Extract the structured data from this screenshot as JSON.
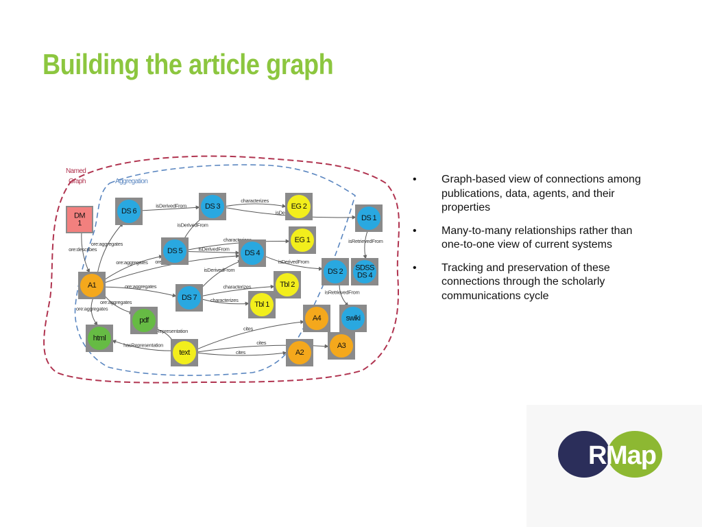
{
  "title": "Building the article graph",
  "colors": {
    "title": "#8cc63f",
    "named_graph_border": "#b0334f",
    "aggregation_border": "#5a86c0",
    "node_blue": "#29a8e0",
    "node_yellow": "#f2ee1c",
    "node_orange": "#f4a81c",
    "node_green": "#66bb44",
    "node_red": "#f2807e",
    "logo_dark": "#2b2e5a",
    "logo_green": "#8db832"
  },
  "diagram": {
    "named_graph_label": [
      "Named",
      "Graph"
    ],
    "aggregation_label": "Aggregation",
    "nodes": [
      {
        "id": "ng1",
        "label": [
          "DM",
          "1"
        ],
        "shape": "square",
        "color": "red"
      },
      {
        "id": "d6",
        "label": [
          "DS 6"
        ],
        "shape": "circle",
        "color": "blue"
      },
      {
        "id": "d3",
        "label": [
          "DS 3"
        ],
        "shape": "circle",
        "color": "blue"
      },
      {
        "id": "d5",
        "label": [
          "DS 5"
        ],
        "shape": "circle",
        "color": "blue"
      },
      {
        "id": "d4",
        "label": [
          "DS 4"
        ],
        "shape": "circle",
        "color": "blue"
      },
      {
        "id": "d7",
        "label": [
          "DS 7"
        ],
        "shape": "circle",
        "color": "blue"
      },
      {
        "id": "d1",
        "label": [
          "DS 1"
        ],
        "shape": "circle",
        "color": "blue"
      },
      {
        "id": "d2",
        "label": [
          "DS 2"
        ],
        "shape": "circle",
        "color": "blue"
      },
      {
        "id": "sds4",
        "label": [
          "SDSS",
          "DS 4"
        ],
        "shape": "circle",
        "color": "blue"
      },
      {
        "id": "sw",
        "label": [
          "swiki"
        ],
        "shape": "circle",
        "color": "blue"
      },
      {
        "id": "eg2",
        "label": [
          "EG 2"
        ],
        "shape": "circle",
        "color": "yellow"
      },
      {
        "id": "eg1",
        "label": [
          "EG 1"
        ],
        "shape": "circle",
        "color": "yellow"
      },
      {
        "id": "tbl2",
        "label": [
          "Tbl 2"
        ],
        "shape": "circle",
        "color": "yellow"
      },
      {
        "id": "tbl1",
        "label": [
          "Tbl 1"
        ],
        "shape": "circle",
        "color": "yellow"
      },
      {
        "id": "a1",
        "label": [
          "A1"
        ],
        "shape": "circle",
        "color": "orange"
      },
      {
        "id": "a4",
        "label": [
          "A4"
        ],
        "shape": "circle",
        "color": "orange"
      },
      {
        "id": "a3",
        "label": [
          "A3"
        ],
        "shape": "circle",
        "color": "orange"
      },
      {
        "id": "a2",
        "label": [
          "A2"
        ],
        "shape": "circle",
        "color": "orange"
      },
      {
        "id": "text",
        "label": [
          "text"
        ],
        "shape": "circle",
        "color": "yellow"
      },
      {
        "id": "pdf",
        "label": [
          "pdf"
        ],
        "shape": "circle",
        "color": "green"
      },
      {
        "id": "html",
        "label": [
          "html"
        ],
        "shape": "circle",
        "color": "green"
      }
    ],
    "edges": [
      {
        "from": "d6",
        "to": "d3",
        "label": "isDerivedFrom"
      },
      {
        "from": "d3",
        "to": "eg2",
        "label": "characterizes"
      },
      {
        "from": "d3",
        "to": "d1",
        "label": "isDerivedFrom"
      },
      {
        "from": "d5",
        "to": "d3",
        "label": "isDerivedFrom"
      },
      {
        "from": "d5",
        "to": "eg1",
        "label": "characterizes"
      },
      {
        "from": "d5",
        "to": "d4",
        "label": "isDerivedFrom"
      },
      {
        "from": "d4",
        "to": "d2",
        "label": "isDerivedFrom"
      },
      {
        "from": "d7",
        "to": "d4",
        "label": "isDerivedFrom"
      },
      {
        "from": "d7",
        "to": "tbl2",
        "label": "characterizes"
      },
      {
        "from": "d7",
        "to": "tbl1",
        "label": "characterizes"
      },
      {
        "from": "d1",
        "to": "sds4",
        "label": "isRetrievedFrom"
      },
      {
        "from": "d2",
        "to": "sw",
        "label": "isRetrievedFrom"
      },
      {
        "from": "a1",
        "to": "d6",
        "label": "ore:aggregates"
      },
      {
        "from": "a1",
        "to": "d5",
        "label": "ore:aggregates"
      },
      {
        "from": "a1",
        "to": "d4",
        "label": "ore:aggregates"
      },
      {
        "from": "a1",
        "to": "d7",
        "label": "ore:aggregates"
      },
      {
        "from": "a1",
        "to": "pdf",
        "label": "ore:aggregates"
      },
      {
        "from": "a1",
        "to": "html",
        "label": "ore:aggregates"
      },
      {
        "from": "ng1",
        "to": "a1",
        "label": "ore:describes"
      },
      {
        "from": "text",
        "to": "pdf",
        "label": "hasRepresentation"
      },
      {
        "from": "text",
        "to": "html",
        "label": "hasRepresentation"
      },
      {
        "from": "text",
        "to": "a4",
        "label": "cites"
      },
      {
        "from": "text",
        "to": "a3",
        "label": "cites"
      },
      {
        "from": "text",
        "to": "a2",
        "label": "cites"
      }
    ]
  },
  "bullets": [
    "Graph-based view of connections among publications, data, agents, and their properties",
    "Many-to-many relationships rather than one-to-one view of current systems",
    "Tracking and preservation of these connections through the scholarly communications cycle"
  ],
  "bullet_marker": "•",
  "logo": {
    "left_text": "R",
    "right_text": "Map"
  }
}
